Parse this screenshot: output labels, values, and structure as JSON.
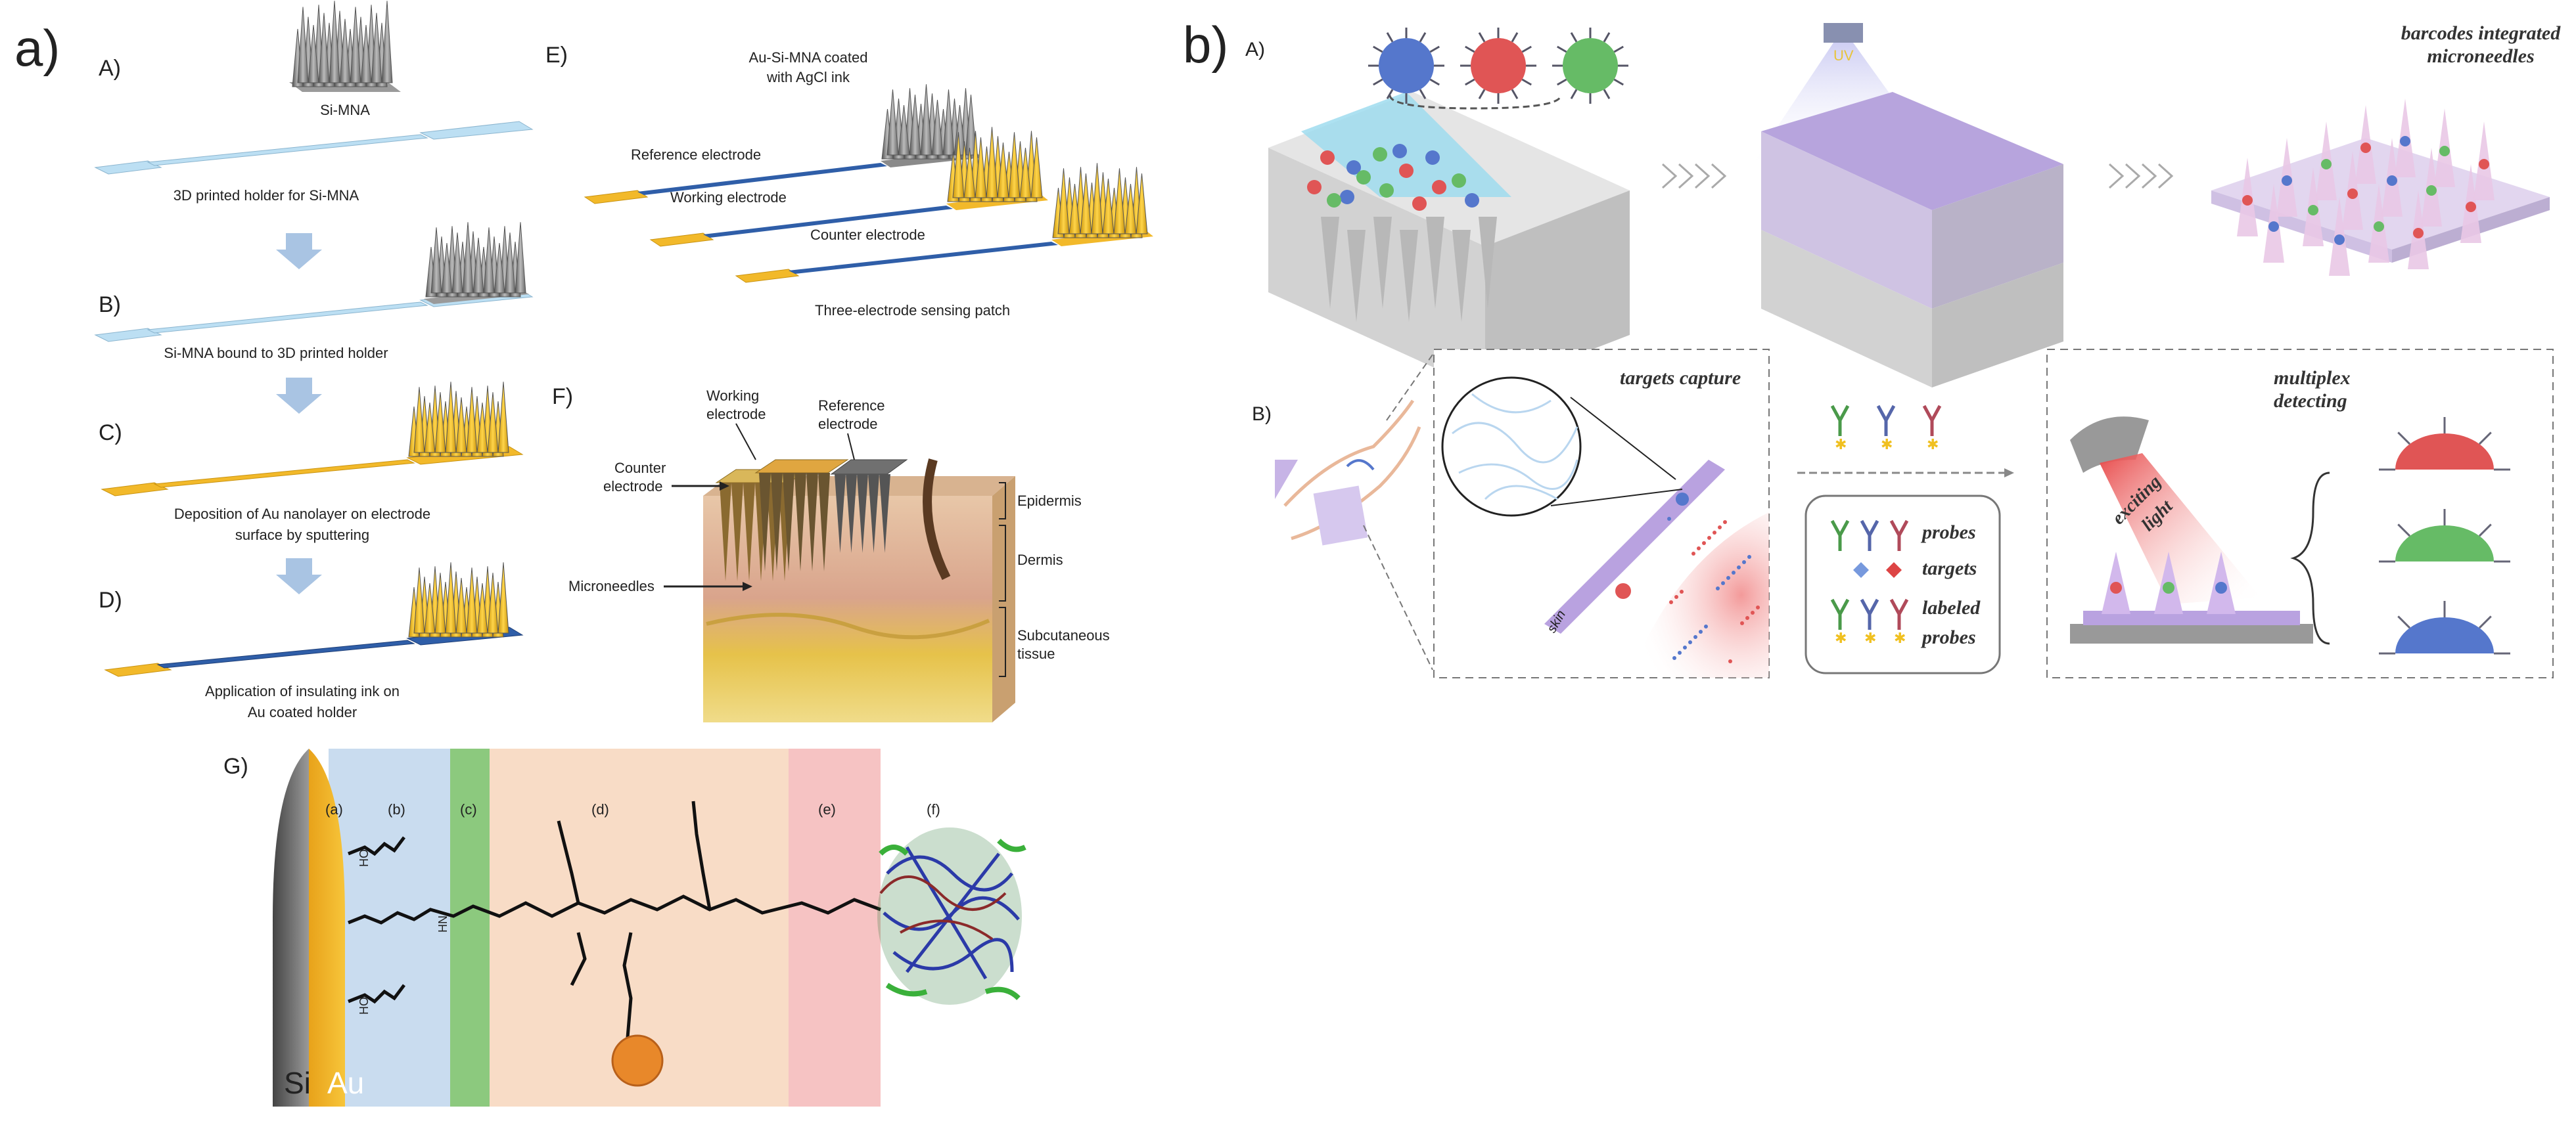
{
  "panel_a": {
    "label": "a)",
    "steps": [
      {
        "letter": "A)",
        "top_label": "Si-MNA",
        "caption": "3D printed holder for Si-MNA"
      },
      {
        "letter": "B)",
        "caption": "Si-MNA bound to 3D printed holder"
      },
      {
        "letter": "C)",
        "caption_line1": "Deposition of Au nanolayer on electrode",
        "caption_line2": "surface by sputtering"
      },
      {
        "letter": "D)",
        "caption_line1": "Application of insulating ink on",
        "caption_line2": "Au coated holder"
      }
    ],
    "E": {
      "letter": "E)",
      "coat_line1": "Au-Si-MNA coated",
      "coat_line2": "with AgCl ink",
      "reference": "Reference electrode",
      "working": "Working electrode",
      "counter": "Counter electrode",
      "caption": "Three-electrode sensing patch"
    },
    "F": {
      "letter": "F)",
      "working_line1": "Working",
      "working_line2": "electrode",
      "reference_line1": "Reference",
      "reference_line2": "electrode",
      "counter_line1": "Counter",
      "counter_line2": "electrode",
      "microneedles": "Microneedles",
      "epidermis": "Epidermis",
      "dermis": "Dermis",
      "subcut_line1": "Subcutaneous",
      "subcut_line2": "tissue"
    },
    "G": {
      "letter": "G)",
      "sections": [
        "(a)",
        "(b)",
        "(c)",
        "(d)",
        "(e)",
        "(f)"
      ],
      "si": "Si",
      "au": "Au",
      "colors": {
        "b": "#c9dcef",
        "c": "#8cc97e",
        "d": "#f8dcc6",
        "e": "#f6c3c3"
      }
    }
  },
  "panel_b": {
    "label": "b)",
    "A": {
      "letter": "A)",
      "uv": "UV",
      "title_line1": "barcodes integrated",
      "title_line2": "microneedles"
    },
    "B": {
      "letter": "B)",
      "targets_capture": "targets capture",
      "skin": "skin",
      "multiplex_line1": "multiplex",
      "multiplex_line2": "detecting",
      "exciting_line1": "exciting",
      "exciting_line2": "light",
      "legend": {
        "probes": "probes",
        "targets": "targets",
        "labeled_line1": "labeled",
        "labeled_line2": "probes"
      }
    },
    "colors": {
      "red": "#e05555",
      "blue": "#5577cc",
      "green": "#66bb66",
      "purple": "#c9b3e6"
    }
  }
}
